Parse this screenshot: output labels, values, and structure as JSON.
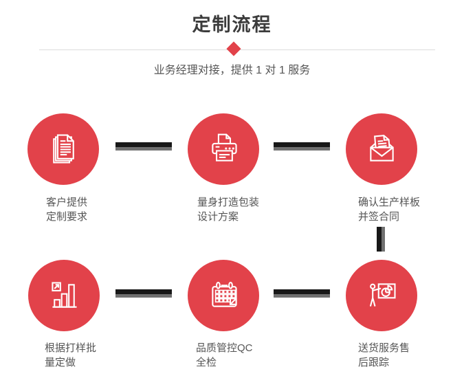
{
  "header": {
    "title": "定制流程",
    "subtitle": "业务经理对接，提供 1 对 1 服务"
  },
  "steps": [
    {
      "icon": "documents-icon",
      "lines": [
        "客户提供",
        "定制要求"
      ]
    },
    {
      "icon": "printer-icon",
      "lines": [
        "量身打造包装",
        "设计方案"
      ]
    },
    {
      "icon": "envelope-icon",
      "lines": [
        "确认生产样板",
        "并签合同"
      ]
    },
    {
      "icon": "bar-chart-icon",
      "lines": [
        "根据打样批",
        "量定做"
      ]
    },
    {
      "icon": "calendar-icon",
      "lines": [
        "品质管控QC",
        "全检"
      ]
    },
    {
      "icon": "presentation-icon",
      "lines": [
        "送货服务售",
        "后跟踪"
      ]
    }
  ],
  "colors": {
    "accent_red": "#e2424a",
    "connector_black": "#181818",
    "connector_gray": "#707070",
    "divider_gray": "#dcdcdc",
    "title_color": "#3c3c3c",
    "text_color": "#555555"
  }
}
